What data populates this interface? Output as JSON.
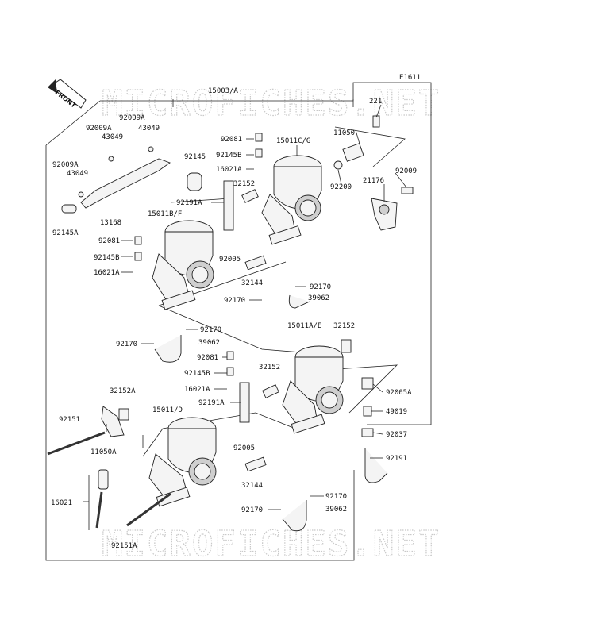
{
  "diagram_code": "E1611",
  "front_label": "FRONT",
  "watermark": "MICROFICHES.NET",
  "labels": {
    "p15003A": "15003/A",
    "p221": "221",
    "p11050": "11050",
    "p92009": "92009",
    "p21176": "21176",
    "p92200": "92200",
    "p15011CG": "15011C/G",
    "p92081_top": "92081",
    "p92145B_top": "92145B",
    "p16021A_top": "16021A",
    "p32152_top": "32152",
    "p92145": "92145",
    "p92191A_top": "92191A",
    "p92009A_1": "92009A",
    "p92009A_2": "92009A",
    "p43049_1": "43049",
    "p43049_2": "43049",
    "p92009A_3": "92009A",
    "p43049_3": "43049",
    "p13168": "13168",
    "p92145A": "92145A",
    "p15011BF": "15011B/F",
    "p92081_mid": "92081",
    "p92145B_mid": "92145B",
    "p16021A_mid": "16021A",
    "p92005_top": "92005",
    "p32144_top": "32144",
    "p92170_a": "92170",
    "p92170_b": "92170",
    "p39062_a": "39062",
    "p92170_c": "92170",
    "p92170_d": "92170",
    "p39062_b": "39062",
    "p15011AE": "15011A/E",
    "p32152_mid": "32152",
    "p92081_low": "92081",
    "p92145B_low": "92145B",
    "p16021A_low": "16021A",
    "p32152_mid2": "32152",
    "p92191A_low": "92191A",
    "p92005A": "92005A",
    "p49019": "49019",
    "p32152A": "32152A",
    "p15011D": "15011/D",
    "p92151": "92151",
    "p11050A": "11050A",
    "p92005_low": "92005",
    "p92037": "92037",
    "p92191": "92191",
    "p32144_low": "32144",
    "p16021": "16021",
    "p92170_e": "92170",
    "p92170_f": "92170",
    "p39062_c": "39062",
    "p92151A": "92151A"
  }
}
